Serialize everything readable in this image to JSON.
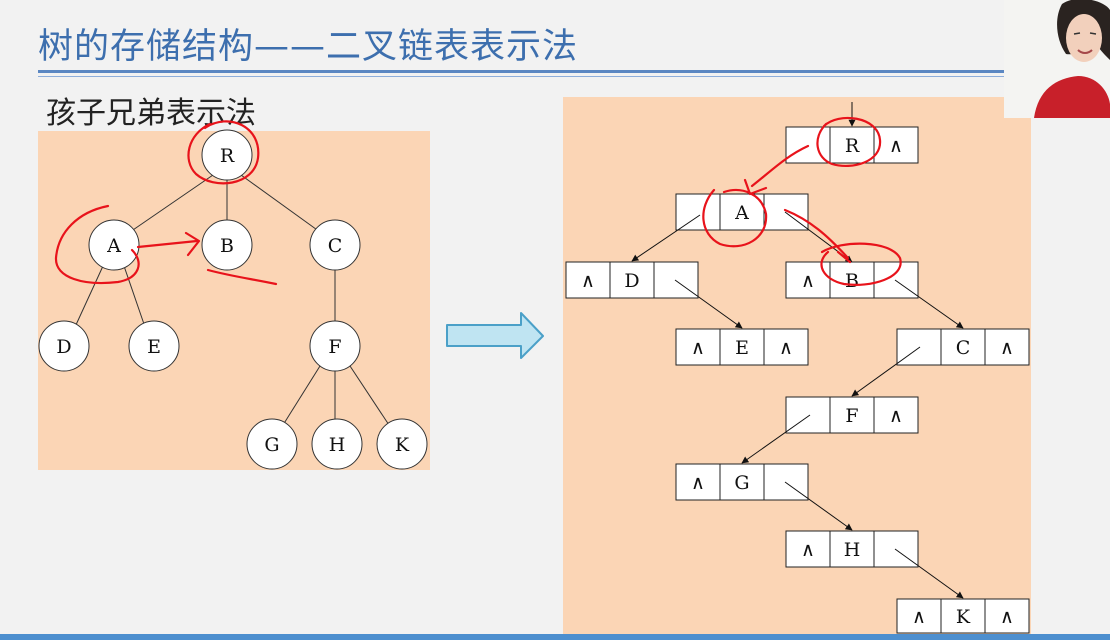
{
  "slide": {
    "title": "树的存储结构——二叉链表表示法",
    "subtitle": "孩子兄弟表示法"
  },
  "colors": {
    "title": "#3d6fae",
    "panel": "#fbd5b5",
    "annotation": "#e8131b",
    "arrow_fill": "#bfe4f2",
    "arrow_stroke": "#4ba0c8"
  },
  "tree": {
    "nodes": [
      "R",
      "A",
      "B",
      "C",
      "D",
      "E",
      "F",
      "G",
      "H",
      "K"
    ],
    "edges": [
      [
        "R",
        "A"
      ],
      [
        "R",
        "B"
      ],
      [
        "R",
        "C"
      ],
      [
        "A",
        "D"
      ],
      [
        "A",
        "E"
      ],
      [
        "C",
        "F"
      ],
      [
        "F",
        "G"
      ],
      [
        "F",
        "H"
      ],
      [
        "F",
        "K"
      ]
    ]
  },
  "linked_list": {
    "null_symbol": "∧",
    "records": [
      {
        "data": "R",
        "firstchild": "A",
        "nextsibling": "∧"
      },
      {
        "data": "A",
        "firstchild": "D",
        "nextsibling": "B"
      },
      {
        "data": "D",
        "firstchild": "∧",
        "nextsibling": "E"
      },
      {
        "data": "B",
        "firstchild": "∧",
        "nextsibling": "C"
      },
      {
        "data": "E",
        "firstchild": "∧",
        "nextsibling": "∧"
      },
      {
        "data": "C",
        "firstchild": "F",
        "nextsibling": "∧"
      },
      {
        "data": "F",
        "firstchild": "G",
        "nextsibling": "∧"
      },
      {
        "data": "G",
        "firstchild": "∧",
        "nextsibling": "H"
      },
      {
        "data": "H",
        "firstchild": "∧",
        "nextsibling": "K"
      },
      {
        "data": "K",
        "firstchild": "∧",
        "nextsibling": "∧"
      }
    ]
  }
}
